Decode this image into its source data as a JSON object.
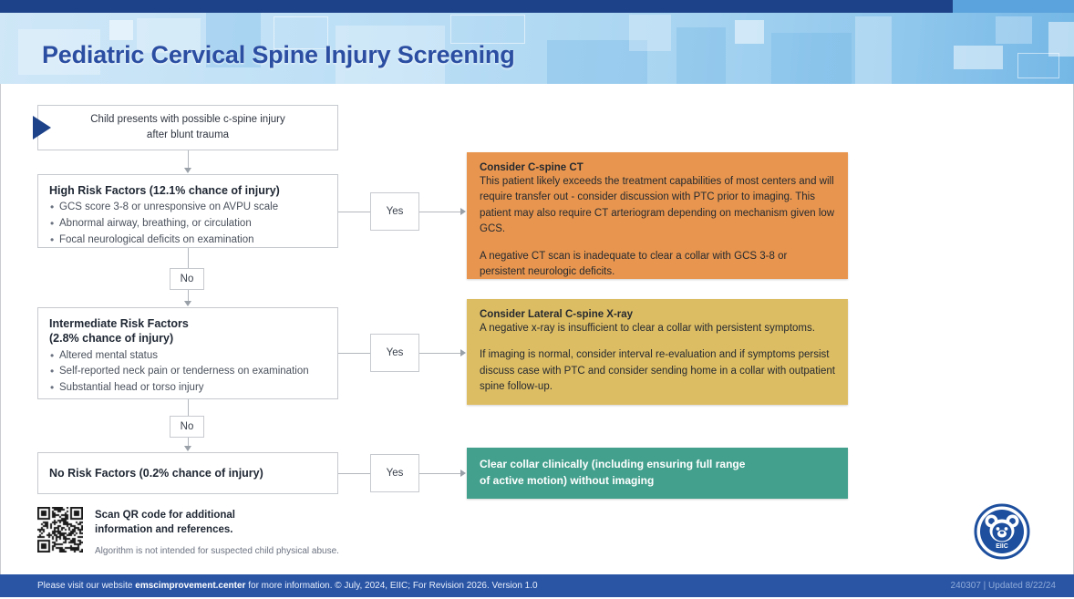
{
  "header": {
    "title": "Pediatric Cervical Spine Injury Screening"
  },
  "flow": {
    "start": {
      "line1": "Child presents with possible c-spine injury",
      "line2": "after blunt trauma"
    },
    "high_risk": {
      "title": "High Risk Factors (12.1% chance of injury)",
      "items": [
        "GCS score 3-8 or unresponsive on AVPU scale",
        "Abnormal airway, breathing, or circulation",
        "Focal neurological deficits on examination"
      ]
    },
    "intermediate_risk": {
      "title_line1": "Intermediate Risk Factors",
      "title_line2": "(2.8% chance of injury)",
      "items": [
        "Altered mental status",
        "Self-reported neck pain or tenderness on examination",
        "Substantial head or torso injury"
      ]
    },
    "no_risk": {
      "title": "No Risk Factors (0.2% chance of injury)"
    },
    "labels": {
      "yes": "Yes",
      "no": "No"
    }
  },
  "results": {
    "ct": {
      "title": "Consider C-spine CT",
      "para1": "This patient likely exceeds the treatment capabilities of most centers and will require transfer out - consider discussion with PTC prior to imaging. This patient may also require CT arteriogram depending on mechanism given low GCS.",
      "para2": "A negative CT scan is inadequate to clear a collar with GCS 3-8 or persistent neurologic deficits.",
      "color": "#e8964f"
    },
    "xray": {
      "title": "Consider Lateral C-spine X-ray",
      "para1": "A negative x-ray is insufficient to clear a collar with persistent symptoms.",
      "para2": "If imaging is normal, consider interval re-evaluation and if symptoms persist discuss case with PTC and consider sending home in a collar with outpatient spine follow-up.",
      "color": "#ddbd64"
    },
    "clear": {
      "line1": "Clear collar clinically (including ensuring full range",
      "line2": "of active motion) without imaging",
      "color": "#43a08d"
    }
  },
  "qr_section": {
    "head_line1": "Scan QR code for additional",
    "head_line2": "information and references.",
    "note": "Algorithm is not intended for suspected child physical abuse."
  },
  "logo": {
    "text": "EIIC"
  },
  "footer": {
    "prefix": "Please visit our website ",
    "site": "emscimprovement.center",
    "suffix": " for more information. © July, 2024, EIIC; For Revision 2026. Version 1.0",
    "right": "240307 | Updated 8/22/24"
  }
}
